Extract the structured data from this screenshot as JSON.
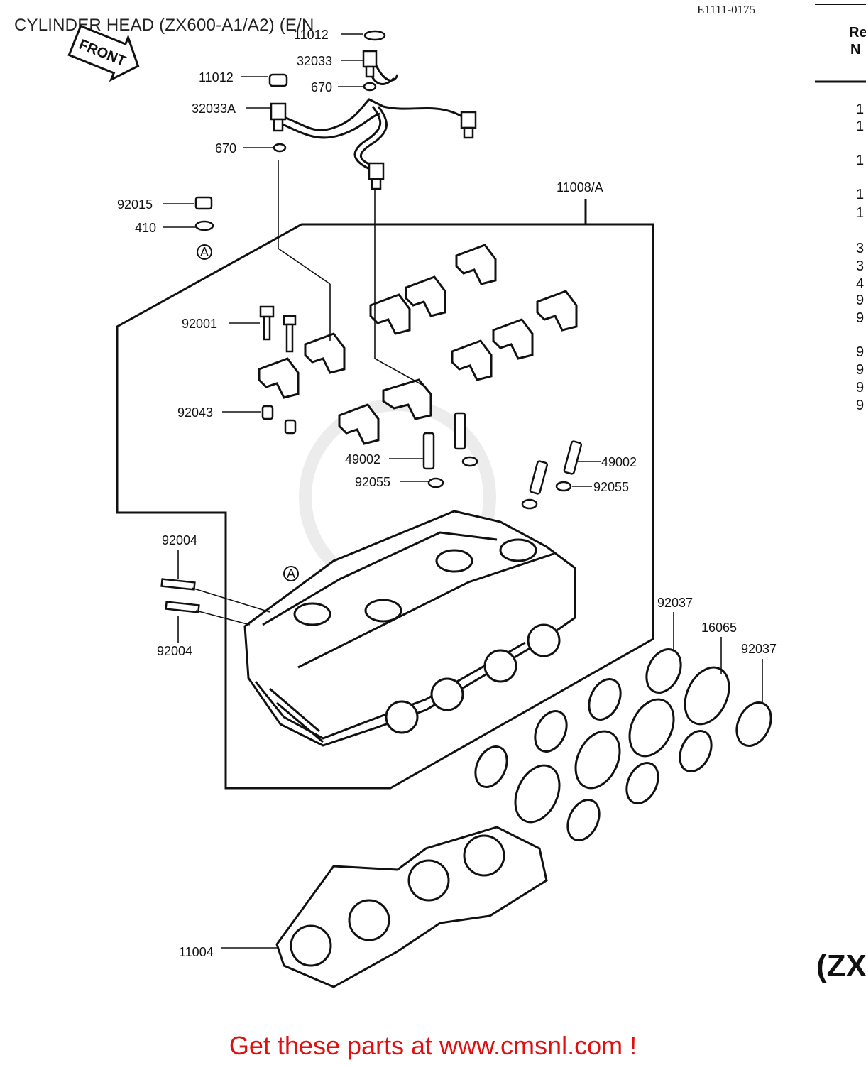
{
  "header": {
    "title": "CYLINDER HEAD (ZX600-A1/A2) (E/N",
    "diagram_code": "E1111-0175"
  },
  "front_marker": "FRONT",
  "callouts": {
    "c11012_top": "11012",
    "c32033": "32033",
    "c11012": "11012",
    "c670_a": "670",
    "c32033A": "32033A",
    "c670_b": "670",
    "c92015": "92015",
    "c410": "410",
    "refA_1": "A",
    "c11008A": "11008/A",
    "c92001": "92001",
    "c92043": "92043",
    "c49002_a": "49002",
    "c92055_a": "92055",
    "c49002_b": "49002",
    "c92055_b": "92055",
    "c92004_a": "92004",
    "c92004_b": "92004",
    "refA_2": "A",
    "c92037_a": "92037",
    "c16065": "16065",
    "c92037_b": "92037",
    "c11004": "11004"
  },
  "side_table": {
    "header_line1": "Re",
    "header_line2": "N",
    "rows": [
      "1",
      "1",
      "1",
      "1",
      "1",
      "3",
      "3",
      "4",
      "9",
      "9",
      "9",
      "9",
      "9",
      "9"
    ]
  },
  "model_note": "(ZX",
  "footer": {
    "cta": "Get these parts at www.cmsnl.com !"
  }
}
